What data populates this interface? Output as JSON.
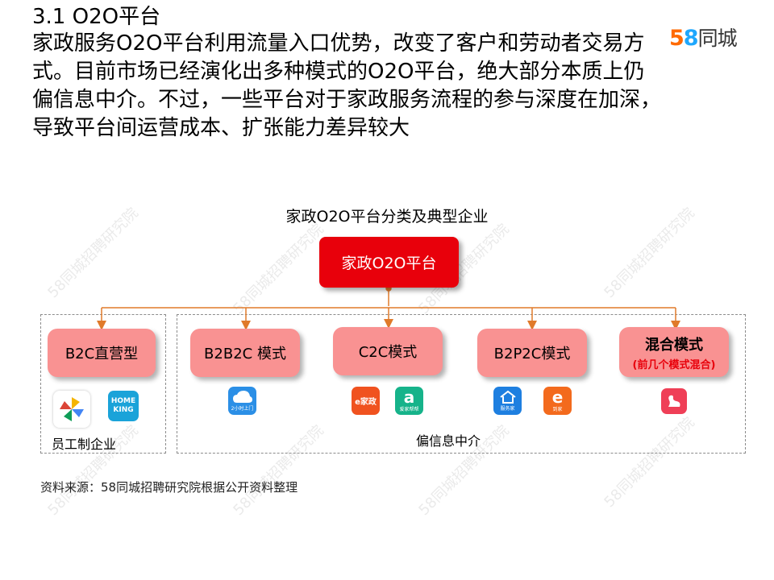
{
  "header": {
    "title": "3.1 O2O平台",
    "body": "家政服务O2O平台利用流量入口优势，改变了客户和劳动者交易方式。目前市场已经演化出多种模式的O2O平台，绝大部分本质上仍偏信息中介。不过，一些平台对于家政服务流程的参与深度在加深，导致平台间运营成本、扩张能力差异较大"
  },
  "logo": {
    "number": "58",
    "text": "同城"
  },
  "diagram": {
    "title": "家政O2O平台分类及典型企业",
    "root": "家政O2O平台",
    "nodes": [
      {
        "label": "B2C直营型"
      },
      {
        "label": "B2B2C 模式"
      },
      {
        "label": "C2C模式"
      },
      {
        "label": "B2P2C模式"
      },
      {
        "label": "混合模式",
        "sub": "(前几个模式混合)"
      }
    ],
    "groups": {
      "left": "员工制企业",
      "right": "偏信息中介"
    },
    "apps": {
      "homeking": "HOME KING",
      "cloud_caption": "2小时上门",
      "e_home": "e家政",
      "ai_caption": "爱家帮帮",
      "ai_letter": "a",
      "e_orange": "e",
      "guanjia_caption": "服务家",
      "e_orange_caption": "到家"
    },
    "colors": {
      "root": "#e8000b",
      "node": "#f99292",
      "connector": "#e07a2a"
    }
  },
  "footer": {
    "source": "资料来源：58同城招聘研究院根据公开资料整理"
  },
  "watermark": "58同城招聘研究院"
}
